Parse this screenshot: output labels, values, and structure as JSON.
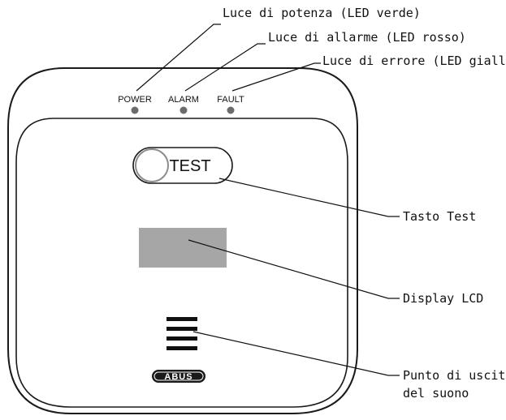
{
  "leds": [
    {
      "label": "POWER",
      "color": "#6b6b6b"
    },
    {
      "label": "ALARM",
      "color": "#6b6b6b"
    },
    {
      "label": "FAULT",
      "color": "#6b6b6b"
    }
  ],
  "callouts": {
    "power_led": "Luce di potenza (LED verde)",
    "alarm_led": "Luce di allarme (LED rosso)",
    "fault_led": "Luce di errore (LED giallo)",
    "test_button": "Tasto Test",
    "lcd_display": "Display LCD",
    "sound_outlet_line1": "Punto di uscita",
    "sound_outlet_line2": "del suono"
  },
  "device": {
    "test_button_label": "TEST",
    "brand": "ABUS",
    "lcd_color": "#a6a6a6",
    "outline_color": "#1a1a1a"
  }
}
